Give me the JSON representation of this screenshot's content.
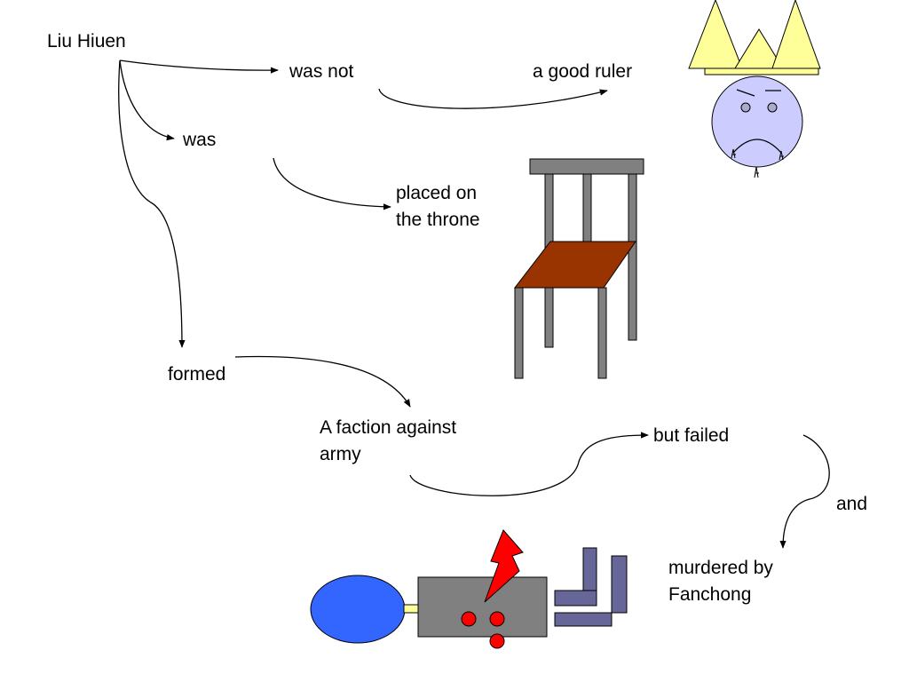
{
  "labels": {
    "subject": "Liu Hiuen",
    "was_not": "was not",
    "good_ruler": "a good ruler",
    "was": "was",
    "placed_on_line1": "placed on",
    "placed_on_line2": "the throne",
    "formed": "formed",
    "faction_line1": "A faction against",
    "faction_line2": "army",
    "but_failed": "but failed",
    "and": "and",
    "murdered_line1": "murdered by",
    "murdered_line2": "Fanchong"
  },
  "colors": {
    "crown": "#ffff99",
    "face": "#ccccff",
    "chair_frame": "#808080",
    "chair_seat": "#993300",
    "balloon": "#3366ff",
    "box": "#808080",
    "lightning": "#ff0000",
    "dots": "#ff0000",
    "brackets": "#666699"
  }
}
